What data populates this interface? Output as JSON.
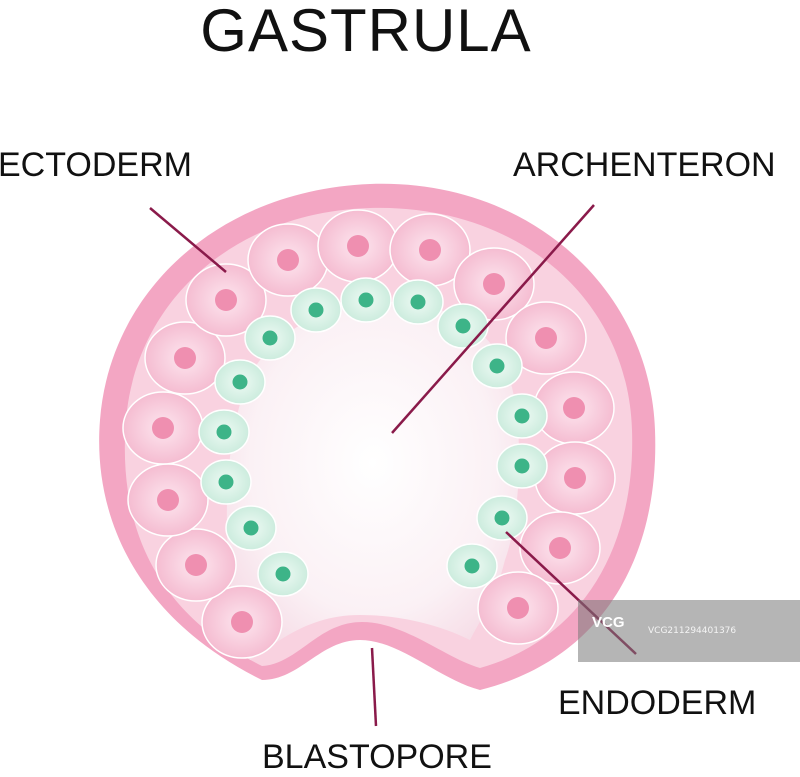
{
  "title": "GASTRULA",
  "labels": {
    "ectoderm": "ECTODERM",
    "archenteron": "ARCHENTERON",
    "endoderm": "ENDODERM",
    "blastopore": "BLASTOPORE"
  },
  "watermark": {
    "logo": "VCG",
    "id": "VCG211294401376"
  },
  "colors": {
    "ectoderm_cell": "#f6c3d6",
    "ectoderm_nucleus": "#ef8fb0",
    "endoderm_cell": "#d8f0e6",
    "endoderm_nucleus": "#3db488",
    "outer_wall": "#f4a8c4",
    "archenteron_cavity": "#fdf6f8",
    "leader_line": "#8a1a4a"
  }
}
